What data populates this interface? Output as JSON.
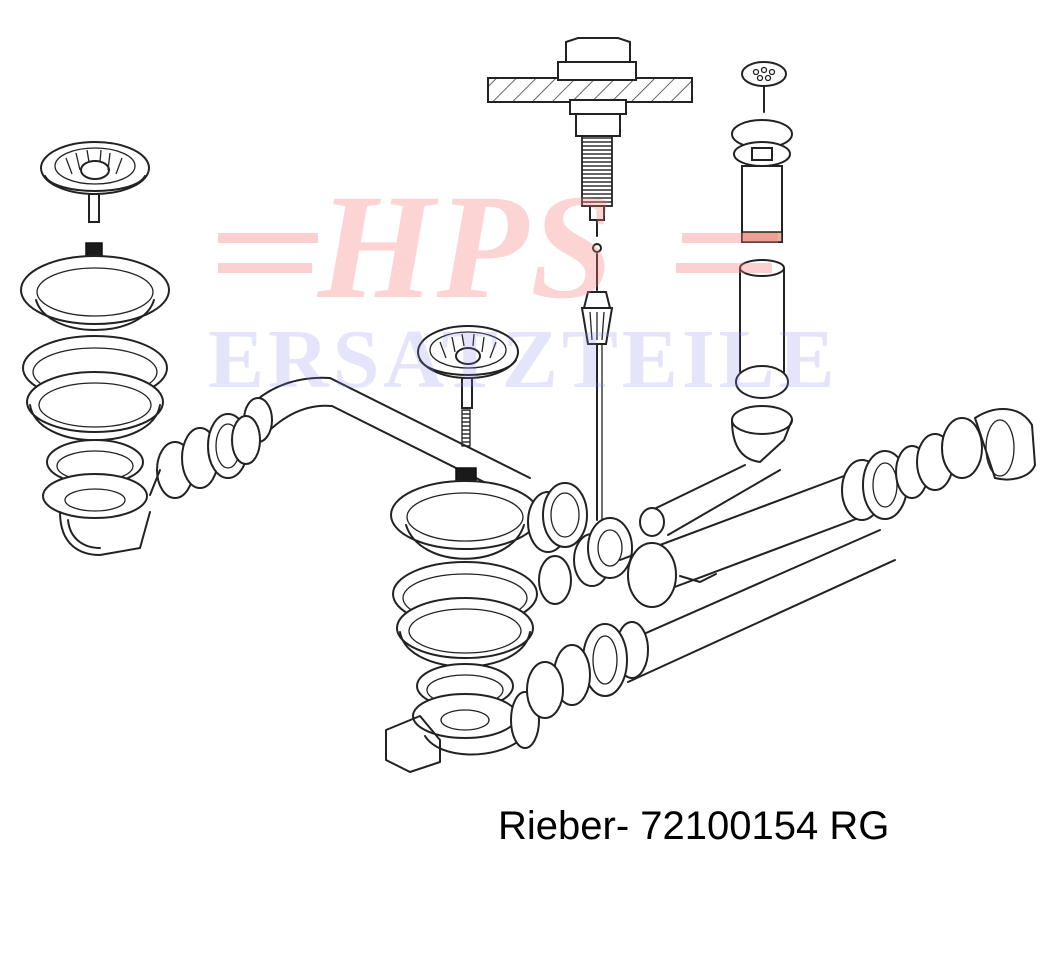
{
  "watermark": {
    "brand": "HPS",
    "subtitle": "ERSATZTEILE",
    "brand_color": "#f46a6a",
    "subtitle_color": "#8a8ae6"
  },
  "caption": "Rieber- 72100154 RG"
}
